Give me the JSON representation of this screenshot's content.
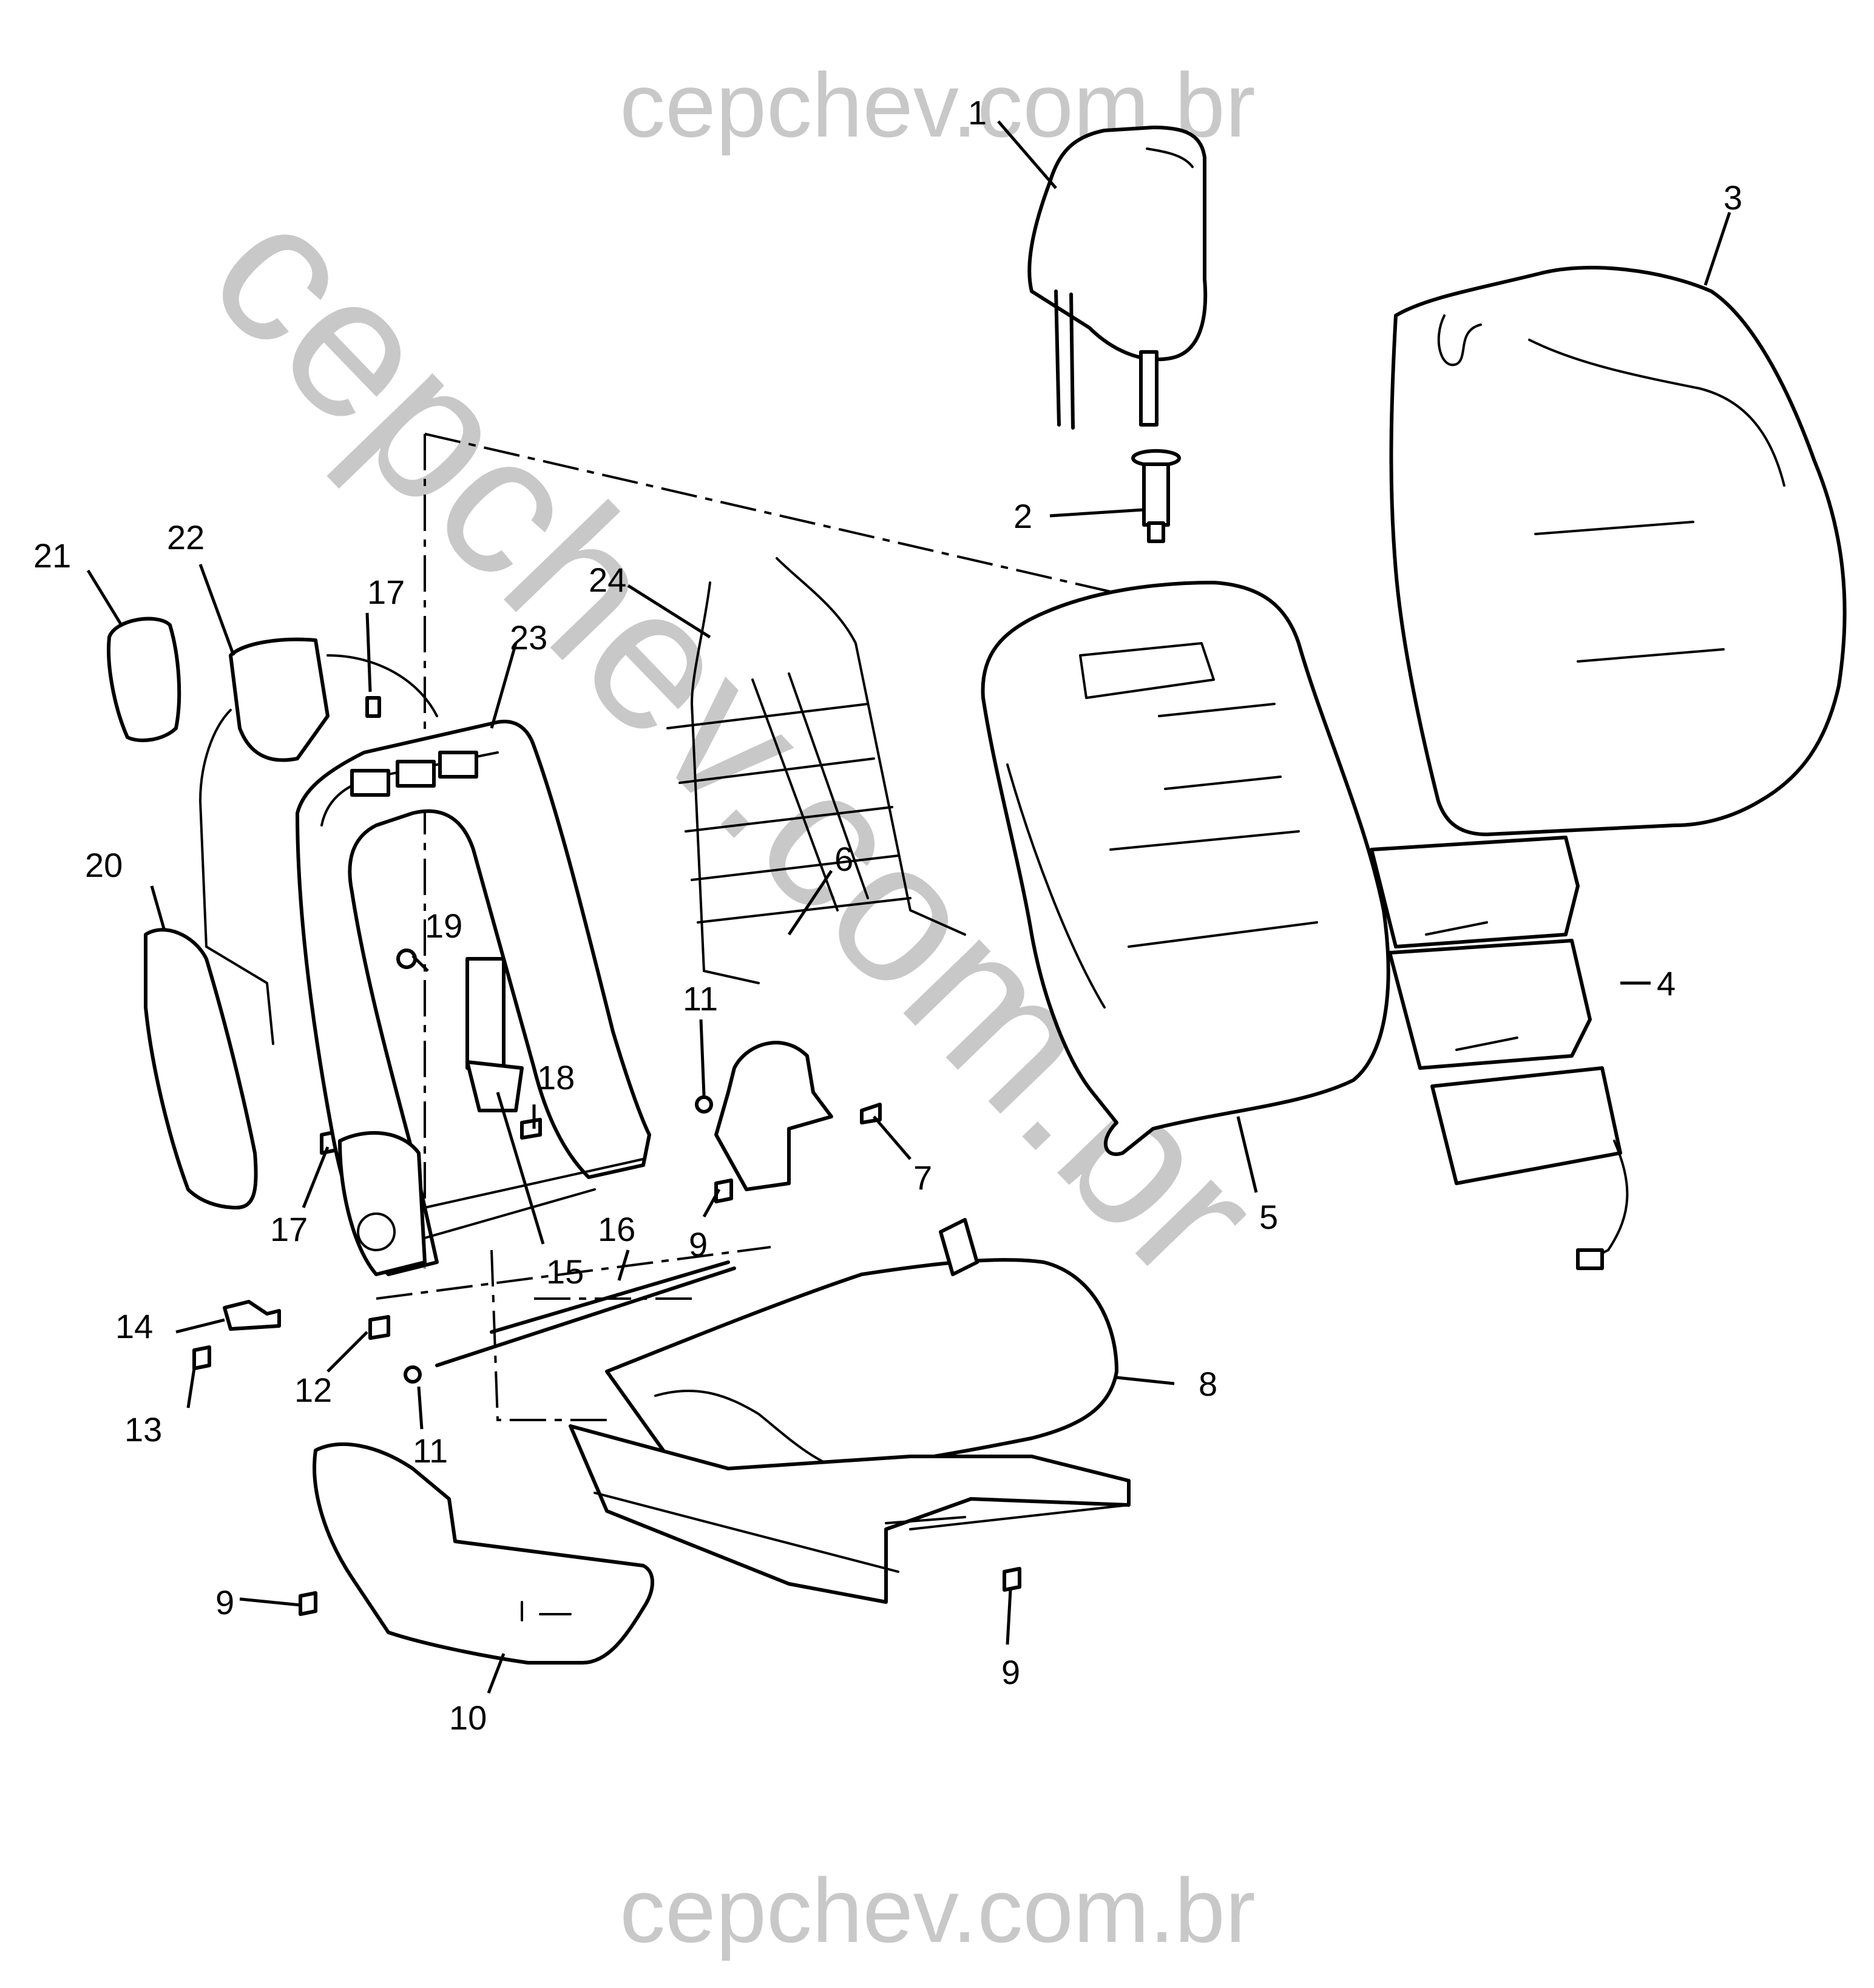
{
  "watermarks": {
    "top": "cepchev.com.br",
    "bottom": "cepchev.com.br",
    "diagonal": "cepchev.com.br"
  },
  "callouts": {
    "c1": "1",
    "c2": "2",
    "c3": "3",
    "c4": "4",
    "c5": "5",
    "c6": "6",
    "c7": "7",
    "c8": "8",
    "c9a": "9",
    "c9b": "9",
    "c9c": "9",
    "c10": "10",
    "c11a": "11",
    "c11b": "11",
    "c12": "12",
    "c13": "13",
    "c14": "14",
    "c15": "15",
    "c16": "16",
    "c17a": "17",
    "c17b": "17",
    "c18": "18",
    "c19": "19",
    "c20": "20",
    "c21": "21",
    "c22": "22",
    "c23": "23",
    "c24": "24"
  }
}
